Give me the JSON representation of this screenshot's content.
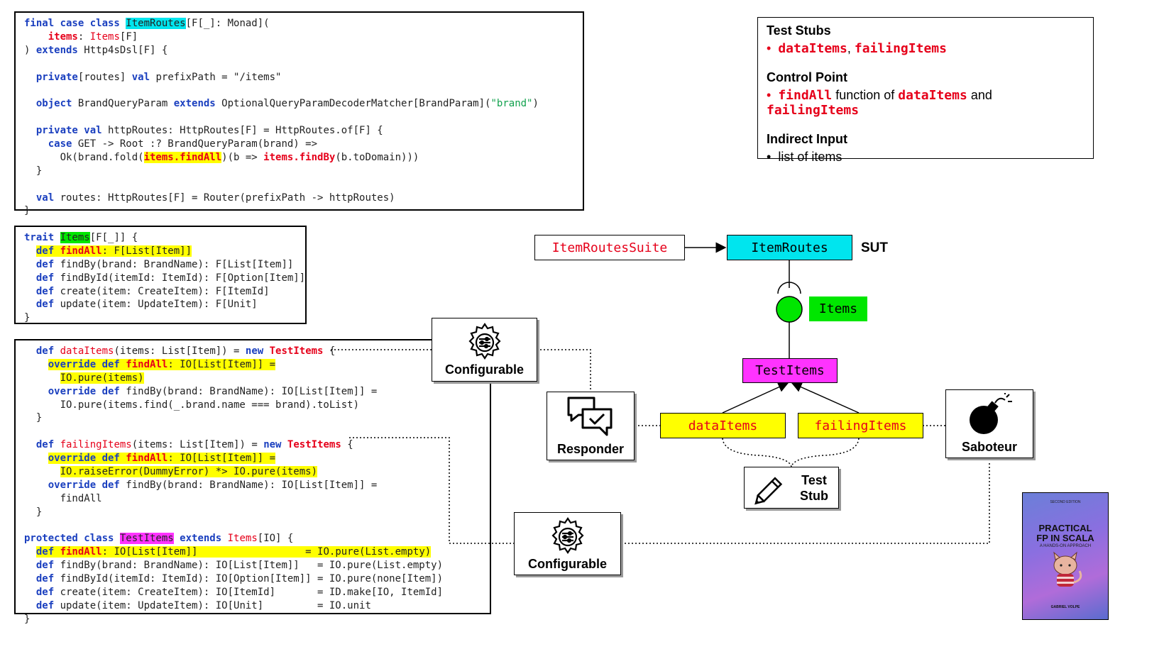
{
  "code_item_routes": [
    [
      [
        "kwb",
        "final case class "
      ],
      [
        "hl-c",
        "ItemRoutes"
      ],
      [
        "",
        "[F[_]: Monad]("
      ]
    ],
    [
      [
        "",
        "    "
      ],
      [
        "redb",
        "items"
      ],
      [
        "",
        ": "
      ],
      [
        "red",
        "Items"
      ],
      [
        "",
        "[F]"
      ]
    ],
    [
      [
        "",
        ") "
      ],
      [
        "kwb",
        "extends"
      ],
      [
        "",
        " Http4sDsl[F] {"
      ]
    ],
    [
      [
        "",
        ""
      ]
    ],
    [
      [
        "",
        "  "
      ],
      [
        "kwb",
        "private"
      ],
      [
        "",
        "[routes] "
      ],
      [
        "kwb",
        "val"
      ],
      [
        "",
        " prefixPath = \"/items\""
      ]
    ],
    [
      [
        "",
        ""
      ]
    ],
    [
      [
        "",
        "  "
      ],
      [
        "kwb",
        "object"
      ],
      [
        "",
        " BrandQueryParam "
      ],
      [
        "kwb",
        "extends"
      ],
      [
        "",
        " OptionalQueryParamDecoderMatcher[BrandParam]("
      ],
      [
        "str",
        "\"brand\""
      ],
      [
        "",
        ")"
      ]
    ],
    [
      [
        "",
        ""
      ]
    ],
    [
      [
        "",
        "  "
      ],
      [
        "kwb",
        "private val"
      ],
      [
        "",
        " httpRoutes: HttpRoutes[F] = HttpRoutes.of[F] {"
      ]
    ],
    [
      [
        "",
        "    "
      ],
      [
        "kwb",
        "case"
      ],
      [
        "",
        " GET -> Root :? BrandQueryParam(brand) =>"
      ]
    ],
    [
      [
        "",
        "      Ok(brand.fold("
      ],
      [
        "hl-y redb",
        "items.findAll"
      ],
      [
        "",
        ")(b => "
      ],
      [
        "redb",
        "items.findBy"
      ],
      [
        "",
        "(b.toDomain)))"
      ]
    ],
    [
      [
        "",
        "  }"
      ]
    ],
    [
      [
        "",
        ""
      ]
    ],
    [
      [
        "",
        "  "
      ],
      [
        "kwb",
        "val"
      ],
      [
        "",
        " routes: HttpRoutes[F] = Router(prefixPath -> httpRoutes)"
      ]
    ],
    [
      [
        "",
        "}"
      ]
    ]
  ],
  "code_items_trait": [
    [
      [
        "kwb",
        "trait "
      ],
      [
        "hl-g",
        "Items"
      ],
      [
        "",
        "[F[_]] {"
      ]
    ],
    [
      [
        "",
        "  "
      ],
      [
        "hl-y kwb",
        "def "
      ],
      [
        "hl-y redb",
        "findAll"
      ],
      [
        "hl-y",
        ": F[List[Item]]"
      ]
    ],
    [
      [
        "",
        "  "
      ],
      [
        "kwb",
        "def"
      ],
      [
        "",
        " findBy(brand: BrandName): F[List[Item]]"
      ]
    ],
    [
      [
        "",
        "  "
      ],
      [
        "kwb",
        "def"
      ],
      [
        "",
        " findById(itemId: ItemId): F[Option[Item]]"
      ]
    ],
    [
      [
        "",
        "  "
      ],
      [
        "kwb",
        "def"
      ],
      [
        "",
        " create(item: CreateItem): F[ItemId]"
      ]
    ],
    [
      [
        "",
        "  "
      ],
      [
        "kwb",
        "def"
      ],
      [
        "",
        " update(item: UpdateItem): F[Unit]"
      ]
    ],
    [
      [
        "",
        "}"
      ]
    ]
  ],
  "code_test_items": [
    [
      [
        "",
        "  "
      ],
      [
        "kwb",
        "def"
      ],
      [
        "",
        " "
      ],
      [
        "red",
        "dataItems"
      ],
      [
        "",
        "(items: List[Item]) = "
      ],
      [
        "kwb",
        "new"
      ],
      [
        "",
        " "
      ],
      [
        "redb",
        "TestItems"
      ],
      [
        "",
        " {"
      ]
    ],
    [
      [
        "",
        "    "
      ],
      [
        "hl-y kwb",
        "override def "
      ],
      [
        "hl-y redb",
        "findAll"
      ],
      [
        "hl-y",
        ": IO[List[Item]] ="
      ]
    ],
    [
      [
        "",
        "      "
      ],
      [
        "hl-y",
        "IO.pure(items)"
      ]
    ],
    [
      [
        "",
        "    "
      ],
      [
        "kwb",
        "override def"
      ],
      [
        "",
        " findBy(brand: BrandName): IO[List[Item]] ="
      ]
    ],
    [
      [
        "",
        "      IO.pure(items.find(_.brand.name === brand).toList)"
      ]
    ],
    [
      [
        "",
        "  }"
      ]
    ],
    [
      [
        "",
        ""
      ]
    ],
    [
      [
        "",
        "  "
      ],
      [
        "kwb",
        "def"
      ],
      [
        "",
        " "
      ],
      [
        "red",
        "failingItems"
      ],
      [
        "",
        "(items: List[Item]) = "
      ],
      [
        "kwb",
        "new"
      ],
      [
        "",
        " "
      ],
      [
        "redb",
        "TestItems"
      ],
      [
        "",
        " {"
      ]
    ],
    [
      [
        "",
        "    "
      ],
      [
        "hl-y kwb",
        "override def "
      ],
      [
        "hl-y redb",
        "findAll"
      ],
      [
        "hl-y",
        ": IO[List[Item]] ="
      ]
    ],
    [
      [
        "",
        "      "
      ],
      [
        "hl-y",
        "IO.raiseError(DummyError) *> IO.pure(items)"
      ]
    ],
    [
      [
        "",
        "    "
      ],
      [
        "kwb",
        "override def"
      ],
      [
        "",
        " findBy(brand: BrandName): IO[List[Item]] ="
      ]
    ],
    [
      [
        "",
        "      findAll"
      ]
    ],
    [
      [
        "",
        "  }"
      ]
    ],
    [
      [
        "",
        ""
      ]
    ],
    [
      [
        "kwb",
        "protected class "
      ],
      [
        "hl-m",
        "TestItems"
      ],
      [
        "",
        " "
      ],
      [
        "kwb",
        "extends"
      ],
      [
        "",
        " "
      ],
      [
        "red",
        "Items"
      ],
      [
        "",
        "[IO] {"
      ]
    ],
    [
      [
        "",
        "  "
      ],
      [
        "hl-y kwb",
        "def "
      ],
      [
        "hl-y redb",
        "findAll"
      ],
      [
        "hl-y",
        ": IO[List[Item]]                  = IO.pure(List.empty)"
      ]
    ],
    [
      [
        "",
        "  "
      ],
      [
        "kwb",
        "def"
      ],
      [
        "",
        " findBy(brand: BrandName): IO[List[Item]]   = IO.pure(List.empty)"
      ]
    ],
    [
      [
        "",
        "  "
      ],
      [
        "kwb",
        "def"
      ],
      [
        "",
        " findById(itemId: ItemId): IO[Option[Item]] = IO.pure(none[Item])"
      ]
    ],
    [
      [
        "",
        "  "
      ],
      [
        "kwb",
        "def"
      ],
      [
        "",
        " create(item: CreateItem): IO[ItemId]       = ID.make[IO, ItemId]"
      ]
    ],
    [
      [
        "",
        "  "
      ],
      [
        "kwb",
        "def"
      ],
      [
        "",
        " update(item: UpdateItem): IO[Unit]         = IO.unit"
      ]
    ],
    [
      [
        "",
        "}"
      ]
    ]
  ],
  "info": {
    "test_stubs_title": "Test Stubs",
    "test_stubs_a": "dataItems",
    "test_stubs_sep": ",",
    "test_stubs_b": "failingItems",
    "control_title": "Control Point",
    "control_fn": "findAll",
    "control_text1": "function of",
    "control_a": "dataItems",
    "control_and": "and",
    "control_b": "failingItems",
    "indirect_title": "Indirect Input",
    "indirect_item": "list of items",
    "bullet": "•"
  },
  "diagram": {
    "suite": "ItemRoutesSuite",
    "routes": "ItemRoutes",
    "sut": "SUT",
    "items": "Items",
    "test_items": "TestItems",
    "data_items": "dataItems",
    "failing_items": "failingItems",
    "test_stub": "Test\nStub",
    "configurable_top": "Configurable",
    "configurable_bottom": "Configurable",
    "responder": "Responder",
    "saboteur": "Saboteur",
    "colors": {
      "routes": "#00e5ee",
      "items": "#00e600",
      "test_items": "#ff33ff",
      "stubs": "#ffff00",
      "red_text": "#e6001a"
    }
  },
  "book": {
    "edition": "SECOND EDITION",
    "title_line1": "PRACTICAL",
    "title_line2": "FP IN SCALA",
    "subtitle": "A HANDS-ON APPROACH",
    "author": "GABRIEL VOLPE"
  }
}
